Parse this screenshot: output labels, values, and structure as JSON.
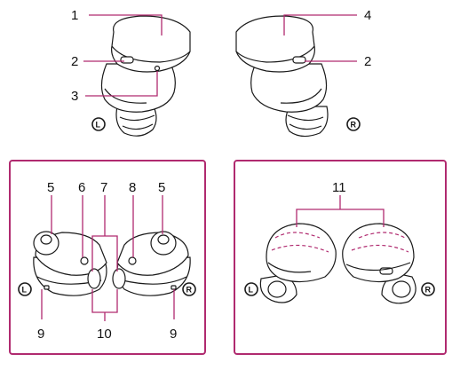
{
  "colors": {
    "accent": "#b02a6f",
    "outline": "#1a1a1a"
  },
  "top_view": {
    "labels": {
      "touch_sensor_left": "1",
      "mic_left": "2",
      "indicator": "3",
      "touch_sensor_right": "4",
      "mic_right": "2"
    },
    "side_left": "L",
    "side_right": "R"
  },
  "inner_view": {
    "labels": {
      "ear_tip_left": "5",
      "proximity_sensor": "6",
      "charging_ports": "7",
      "voice_pickup": "8",
      "ear_tip_right": "5",
      "charge_contact_left": "9",
      "tactile_dots": "10",
      "charge_contact_right": "9"
    },
    "side_left": "L",
    "side_right": "R"
  },
  "back_view": {
    "labels": {
      "antenna": "11"
    },
    "side_left": "L",
    "side_right": "R"
  }
}
